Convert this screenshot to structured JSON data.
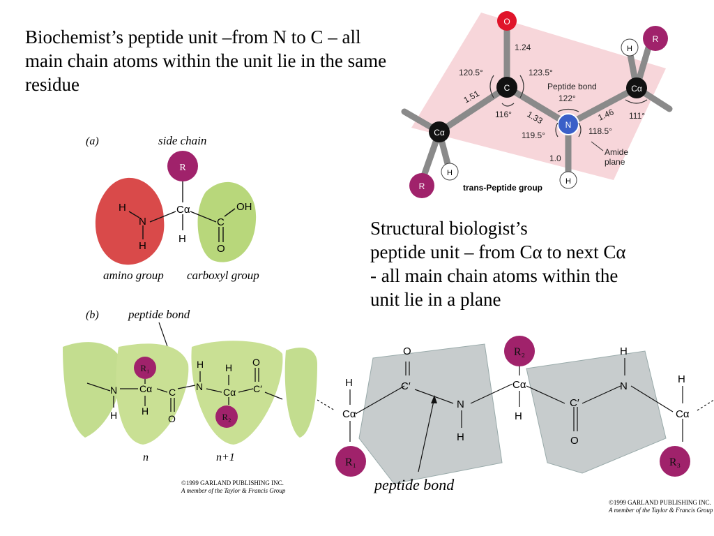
{
  "captions": {
    "biochemist": "Biochemist’s peptide unit –from N to C – all main chain atoms within the unit lie in the same residue",
    "structural_line1": "Structural biologist’s",
    "structural_line2": "peptide unit – from Cα to next Cα",
    "structural_line3": "- all main chain atoms within the",
    "structural_line4": "unit lie in a plane"
  },
  "trans_peptide": {
    "title": "trans-Peptide group",
    "atoms": {
      "O": "O",
      "C": "C",
      "N": "N",
      "Ca_left": "Cα",
      "Ca_right": "Cα",
      "R_top": "R",
      "R_bottom": "R",
      "H_top": "H",
      "H_left": "H",
      "H_bottom": "H"
    },
    "values": {
      "co_bond": "1.24",
      "angle_120": "120.5°",
      "angle_123": "123.5°",
      "peptide_bond_label": "Peptide bond",
      "angle_122": "122°",
      "cac_bond": "1.51",
      "angle_116": "116°",
      "cn_bond": "1.33",
      "nca_bond": "1.46",
      "angle_111": "111°",
      "angle_119": "119.5°",
      "angle_118": "118.5°",
      "nh_bond": "1.0",
      "amide_plane": "Amide\nplane"
    }
  },
  "fig_a": {
    "label": "(a)",
    "side_chain": "side chain",
    "amino_group": "amino group",
    "carboxyl_group": "carboxyl group",
    "atoms": {
      "R": "R",
      "Ca": "Cα",
      "N": "N",
      "H1": "H",
      "H2": "H",
      "H3": "H",
      "C": "C",
      "OH": "OH",
      "O": "O"
    }
  },
  "fig_b": {
    "label": "(b)",
    "peptide_bond": "peptide bond",
    "n": "n",
    "n_plus_1": "n+1",
    "copyright1": "©1999 GARLAND PUBLISHING INC.",
    "copyright2": "A member of the Taylor & Francis Group",
    "atoms": {
      "R1": "R₁",
      "R2": "R₂",
      "N": "N",
      "Ca": "Cα",
      "C": "C",
      "Cp": "C′",
      "H": "H",
      "O": "O"
    }
  },
  "fig_c": {
    "peptide_bond": "peptide bond",
    "copyright1": "©1999 GARLAND PUBLISHING INC.",
    "copyright2": "A member of the Taylor & Francis Group",
    "atoms": {
      "R1": "R₁",
      "R2": "R₂",
      "R3": "R₃",
      "Ca": "Cα",
      "Cp": "C′",
      "N": "N",
      "H": "H",
      "O": "O"
    }
  },
  "colors": {
    "purple": "#a0226b",
    "red_oxygen": "#e0142a",
    "blue_n": "#3a5fc8",
    "plane_pink": "#f6cfd3",
    "plane_gray": "#c7cccd",
    "green": "#b8d77b",
    "amino_red": "#d94a4a"
  }
}
